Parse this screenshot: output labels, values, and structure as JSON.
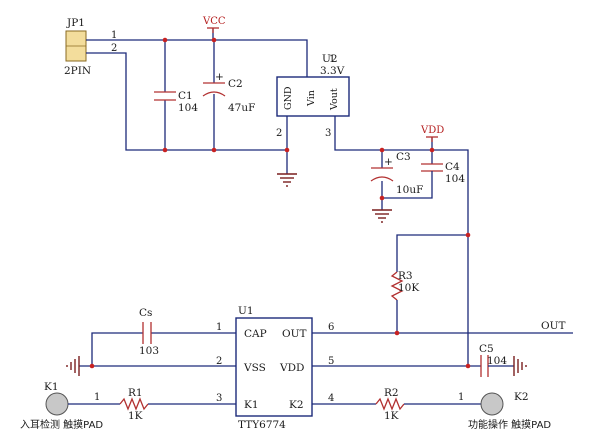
{
  "connector": {
    "ref": "JP1",
    "value": "2PIN",
    "pin1": "1",
    "pin2": "2"
  },
  "power": {
    "vcc": "VCC",
    "vdd": "VDD"
  },
  "c1": {
    "ref": "C1",
    "value": "104"
  },
  "c2": {
    "ref": "C2",
    "value": "47uF",
    "polarity": "+"
  },
  "c3": {
    "ref": "C3",
    "value": "10uF",
    "polarity": "+"
  },
  "c4": {
    "ref": "C4",
    "value": "104"
  },
  "c5": {
    "ref": "C5",
    "value": "104"
  },
  "cs": {
    "ref": "Cs",
    "value": "103"
  },
  "u2": {
    "ref": "U2",
    "value": "3.3V",
    "pin_gnd": "GND",
    "pin_vin": "Vin",
    "pin_vout": "Vout",
    "num_vin": "1",
    "num_gnd": "2",
    "num_vout": "3"
  },
  "r3": {
    "ref": "R3",
    "value": "10K"
  },
  "r1": {
    "ref": "R1",
    "value": "1K"
  },
  "r2": {
    "ref": "R2",
    "value": "1K"
  },
  "u1": {
    "ref": "U1",
    "value": "TTY6774",
    "pins": {
      "cap": "CAP",
      "vss": "VSS",
      "k1": "K1",
      "out": "OUT",
      "vdd": "VDD",
      "k2": "K2"
    },
    "nums": {
      "cap": "1",
      "vss": "2",
      "k1": "3",
      "k2": "4",
      "vdd": "5",
      "out": "6"
    }
  },
  "out_net": "OUT",
  "k1": {
    "ref": "K1",
    "pin": "1",
    "desc": "入耳检测 触摸PAD"
  },
  "k2": {
    "ref": "K2",
    "pin": "1",
    "desc": "功能操作 触摸PAD"
  },
  "colors": {
    "wire": "#1c2a7a",
    "part": "#b23030",
    "junction": "#c82222",
    "ground": "#7a1f1f",
    "power_label": "#b52020"
  }
}
